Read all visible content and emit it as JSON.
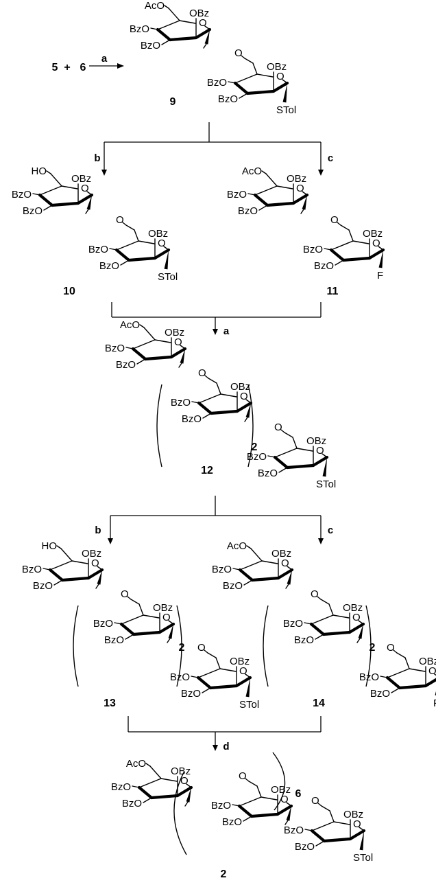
{
  "groups": {
    "ac": "AcO",
    "ho": "HO",
    "bz": "BzO",
    "obz": "OBz",
    "o": "O",
    "stol": "STol",
    "f": "F"
  },
  "reactants": {
    "a": "5",
    "plus": "+",
    "b": "6"
  },
  "compounds": {
    "c9": "9",
    "c10": "10",
    "c11": "11",
    "c12": "12",
    "c13": "13",
    "c14": "14",
    "c2": "2"
  },
  "repeats": {
    "r12": "2",
    "r13": "2",
    "r14": "2",
    "r2": "6"
  },
  "steps": {
    "s1": "a",
    "s2": "b",
    "s3": "c",
    "s4": "a",
    "s5": "b",
    "s6": "c",
    "s7": "d"
  }
}
